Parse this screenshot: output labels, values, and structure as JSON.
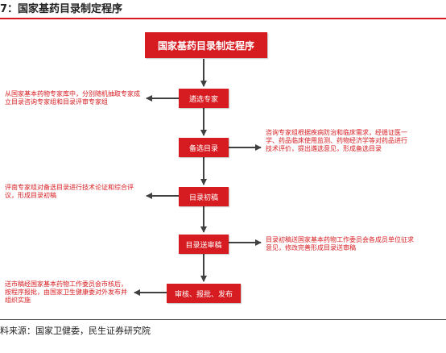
{
  "figure_title": "7：国家基药目录制定程序",
  "boxes": {
    "main": "国家基药目录制定程序",
    "step1": "遴选专家",
    "step2": "备选目录",
    "step3": "目录初稿",
    "step4": "目录送审稿",
    "step5": "审核、报批、发布"
  },
  "notes": {
    "step1": "从国家基本药物专家库中，分别随机抽取专家成立目录咨询专家组和目录评审专家组",
    "step2": "咨询专家组根据疾病防治和临床需求，经循证医一学、药品临床使用监测、药物经济学等对药品进行技术评价，提出遴选意见，形成备选目录",
    "step3": "评南专家组对备选目录进行技术论证和综合评议，形成目录初稿",
    "step4": "目录初稿送国家基本药物工作委员会各成员单位征求意见，修改完善形成目录送审稿",
    "step5": "送市稿经国家基本药物工作委员会市核后，按程序报批，由国家卫生健康委对外发布并组织实施"
  },
  "source": "料来源：国家卫健委，民生证券研究院",
  "colors": {
    "accent": "#d71c21",
    "rule": "#d7191f",
    "arrow": "#404040"
  }
}
